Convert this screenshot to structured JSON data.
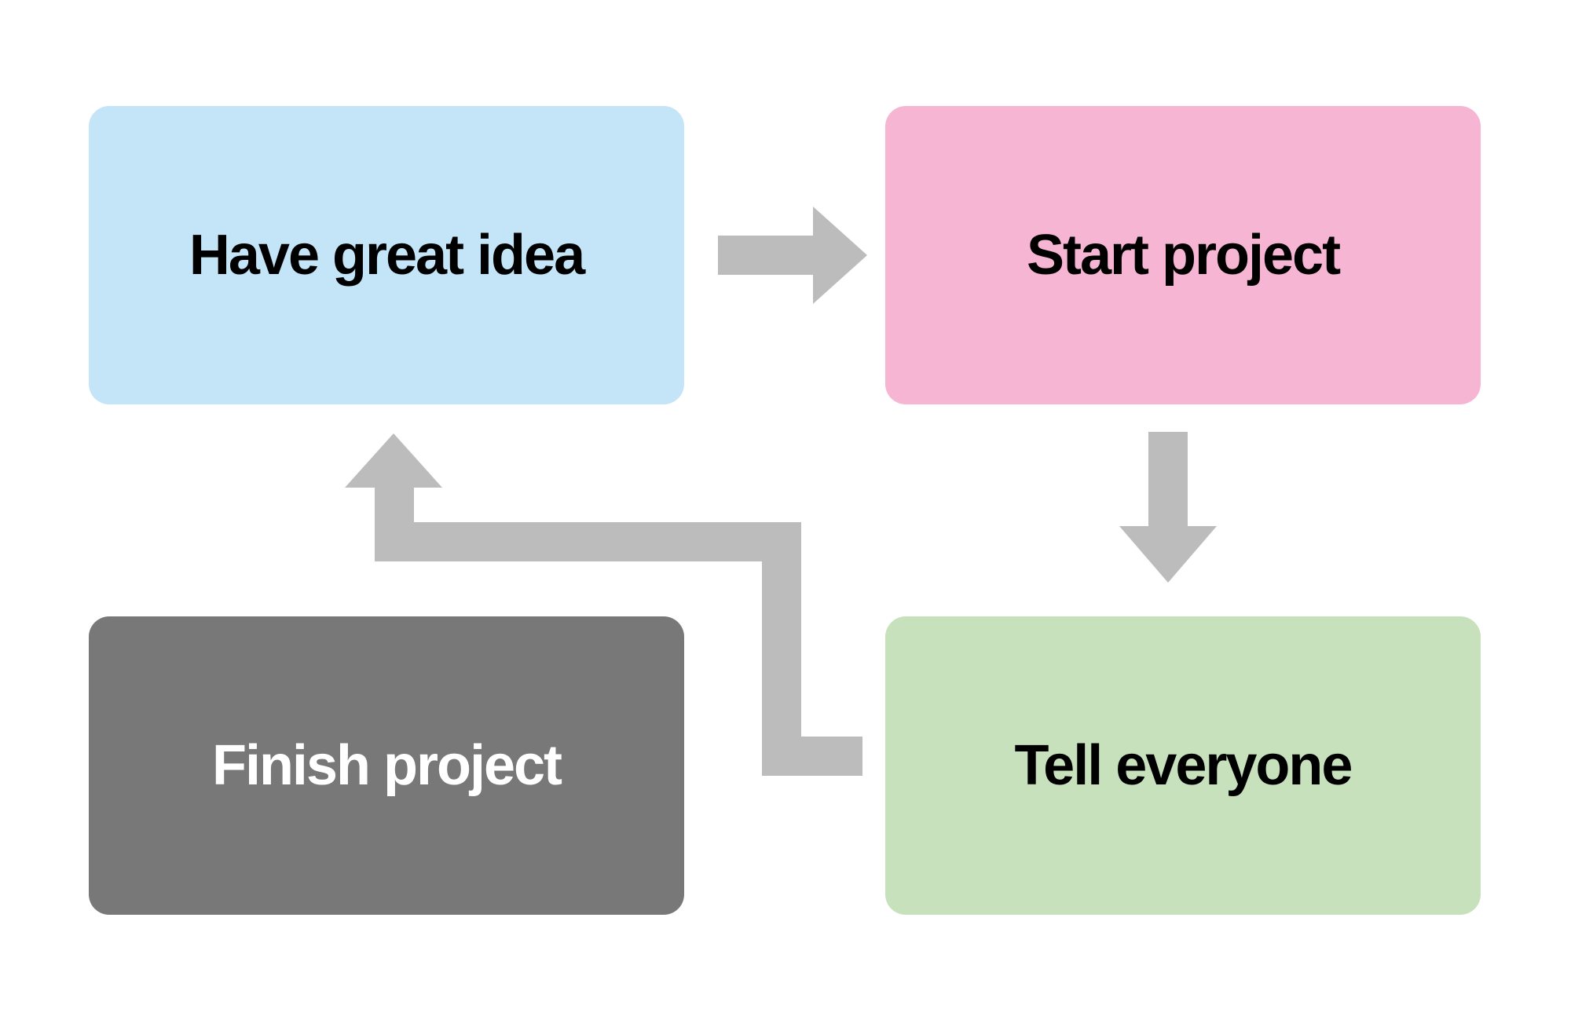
{
  "boxes": [
    {
      "id": "idea",
      "label": "Have great idea",
      "fill": "#c3e5f7",
      "text_color": "#000000"
    },
    {
      "id": "start",
      "label": "Start project",
      "fill": "#f6b6d3",
      "text_color": "#000000"
    },
    {
      "id": "finish",
      "label": "Finish project",
      "fill": "#787878",
      "text_color": "#ffffff"
    },
    {
      "id": "tell",
      "label": "Tell everyone",
      "fill": "#c8e1bd",
      "text_color": "#000000"
    }
  ],
  "arrow_color": "#bcbcbc",
  "connections": [
    {
      "from": "Have great idea",
      "to": "Start project"
    },
    {
      "from": "Start project",
      "to": "Tell everyone"
    },
    {
      "from": "Tell everyone",
      "to": "Have great idea"
    }
  ]
}
